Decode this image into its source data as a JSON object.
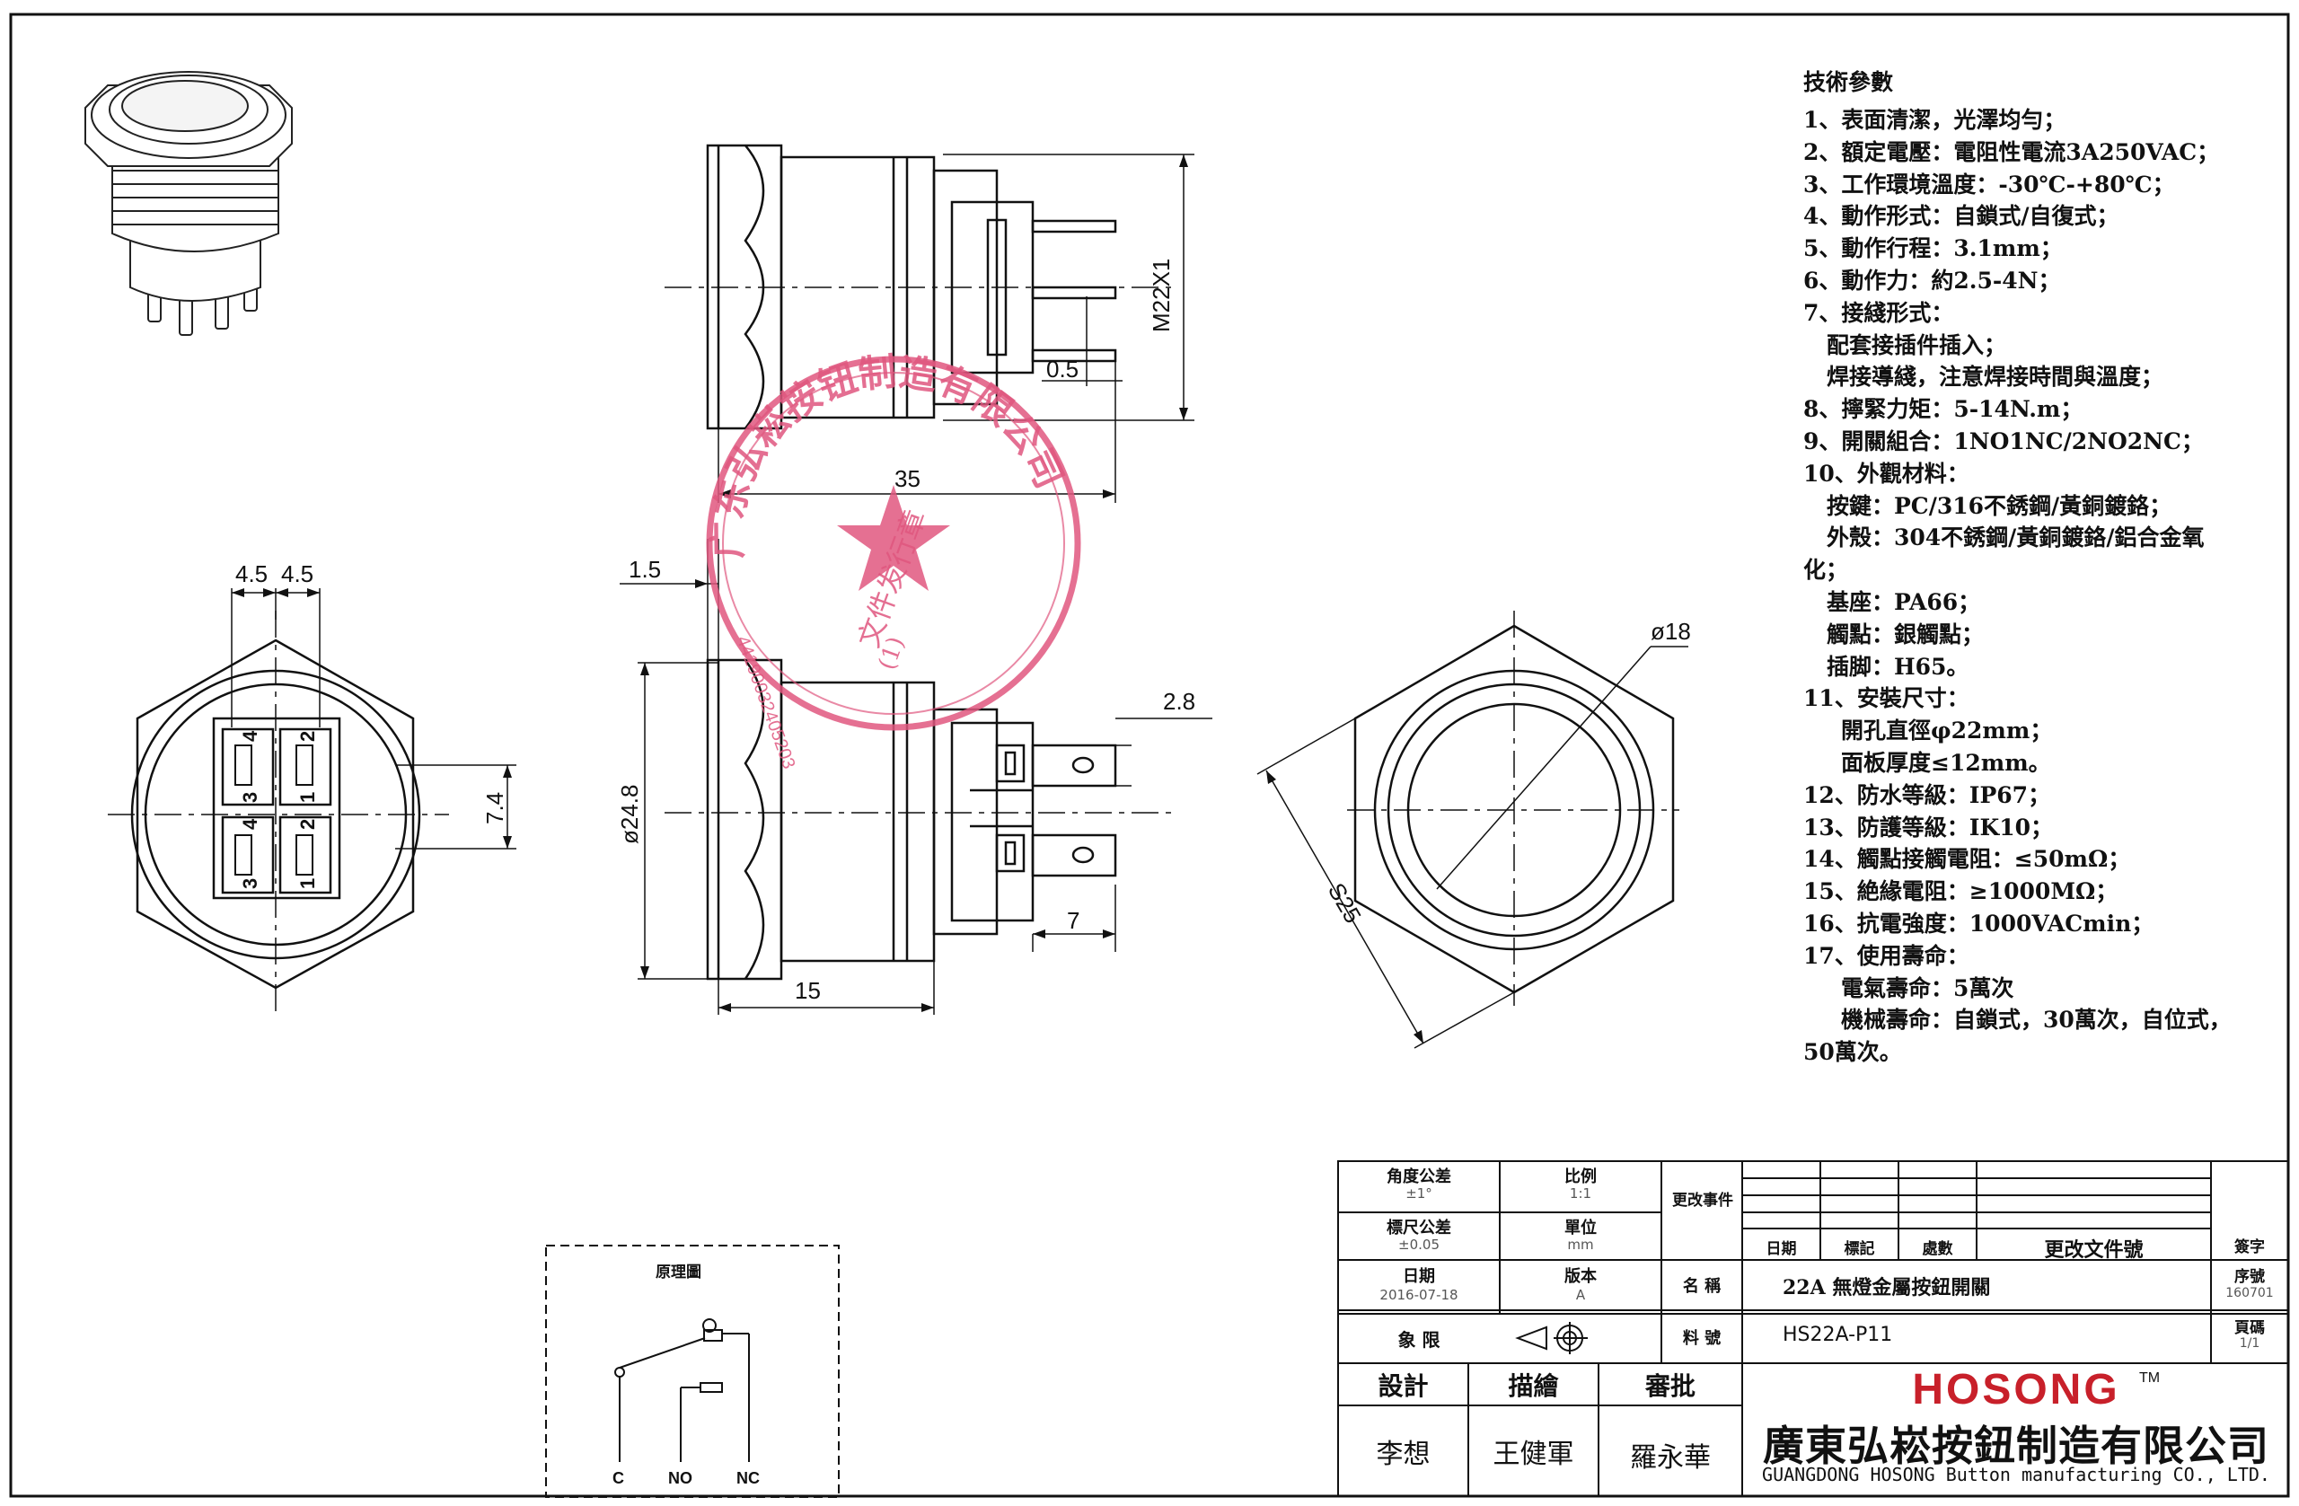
{
  "dimensions": {
    "m22x1": "M22X1",
    "d_0_5": "0.5",
    "d_35": "35",
    "d_1_5": "1.5",
    "d_4_5a": "4.5",
    "d_4_5b": "4.5",
    "d_7_4": "7.4",
    "d_24_8": "ø24.8",
    "d_2_8": "2.8",
    "d_7": "7",
    "d_15": "15",
    "d_18": "ø18",
    "s25": "S25"
  },
  "terminals": {
    "t4a": "4",
    "t2a": "2",
    "t1a": "1",
    "t3a": "3",
    "t4b": "4",
    "t2b": "2",
    "t3b": "3",
    "t1b": "1"
  },
  "specs": {
    "title": "技術參數",
    "lines": [
      {
        "text": "1、表面清潔，光澤均勻；",
        "indent": 0
      },
      {
        "text": "2、額定電壓：電阻性電流3A250VAC；",
        "indent": 0
      },
      {
        "text": "3、工作環境溫度：-30℃-+80℃；",
        "indent": 0
      },
      {
        "text": "4、動作形式：自鎖式/自復式；",
        "indent": 0
      },
      {
        "text": "5、動作行程：3.1mm；",
        "indent": 0
      },
      {
        "text": "6、動作力：約2.5-4N；",
        "indent": 0
      },
      {
        "text": "7、接綫形式：",
        "indent": 0
      },
      {
        "text": "配套接插件插入；",
        "indent": 1
      },
      {
        "text": "焊接導綫，注意焊接時間與溫度；",
        "indent": 1
      },
      {
        "text": "8、擰緊力矩：5-14N.m；",
        "indent": 0
      },
      {
        "text": "9、開關組合：1NO1NC/2NO2NC；",
        "indent": 0
      },
      {
        "text": "10、外觀材料：",
        "indent": 0
      },
      {
        "text": "按鍵：PC/316不銹鋼/黃銅鍍鉻；",
        "indent": 1
      },
      {
        "text": "外殼：304不銹鋼/黃銅鍍鉻/鋁合金氧",
        "indent": 1
      },
      {
        "text": "化；",
        "indent": 0
      },
      {
        "text": "基座：PA66；",
        "indent": 1
      },
      {
        "text": "觸點：銀觸點；",
        "indent": 1
      },
      {
        "text": "插脚：H65。",
        "indent": 1
      },
      {
        "text": "11、安裝尺寸：",
        "indent": 0
      },
      {
        "text": "開孔直徑φ22mm；",
        "indent": 2
      },
      {
        "text": "面板厚度≤12mm。",
        "indent": 2
      },
      {
        "text": "12、防水等級：IP67；",
        "indent": 0
      },
      {
        "text": "13、防護等級：IK10；",
        "indent": 0
      },
      {
        "text": "14、觸點接觸電阻：≤50mΩ；",
        "indent": 0
      },
      {
        "text": "15、絶緣電阻：≥1000MΩ；",
        "indent": 0
      },
      {
        "text": "16、抗電強度：1000VACmin；",
        "indent": 0
      },
      {
        "text": "17、使用壽命：",
        "indent": 0
      },
      {
        "text": "電氣壽命：5萬次",
        "indent": 2
      },
      {
        "text": "機械壽命：自鎖式，30萬次，自位式，",
        "indent": 2
      },
      {
        "text": "50萬次。",
        "indent": 0
      }
    ]
  },
  "schematic": {
    "title": "原理圖",
    "c": "C",
    "no": "NO",
    "nc": "NC"
  },
  "title_block": {
    "angle_tol_label": "角度公差",
    "angle_tol_value": "±1°",
    "scale_label": "比例",
    "scale_value": "1:1",
    "change_label": "更改事件",
    "size_tol_label": "標尺公差",
    "size_tol_value": "±0.05",
    "unit_label": "單位",
    "unit_value": "mm",
    "date_label": "日期",
    "date_value": "2016-07-18",
    "version_label": "版本",
    "version_value": "A",
    "projection_label": "象 限",
    "name_label": "名 稱",
    "name_value": "22A 無燈金屬按鈕開關",
    "part_no_label": "料 號",
    "part_no_value": "HS22A-P11",
    "rev_date": "日期",
    "rev_mark": "標記",
    "rev_count": "處數",
    "rev_doc": "更改文件號",
    "rev_sign": "簽字",
    "seq_label": "序號",
    "seq_value": "160701",
    "page_label": "頁碼",
    "page_value": "1/1",
    "design_label": "設計",
    "draw_label": "描繪",
    "review_label": "審批",
    "designer": "李想",
    "drafter": "王健軍",
    "reviewer": "羅永華",
    "brand": "HOSONG",
    "tm": "TM",
    "company_cn": "廣東弘崧按鈕制造有限公司",
    "company_en": "GUANGDONG HOSONG Button manufacturing CO., LTD."
  },
  "stamp": {
    "ring_text": "广东弘崧按钮制造有限公司",
    "center_text": "文件发行章",
    "number": "(1)",
    "code": "44190032405203"
  },
  "colors": {
    "line": "#111111",
    "stamp": "#e0577f",
    "brand": "#c8202a"
  }
}
